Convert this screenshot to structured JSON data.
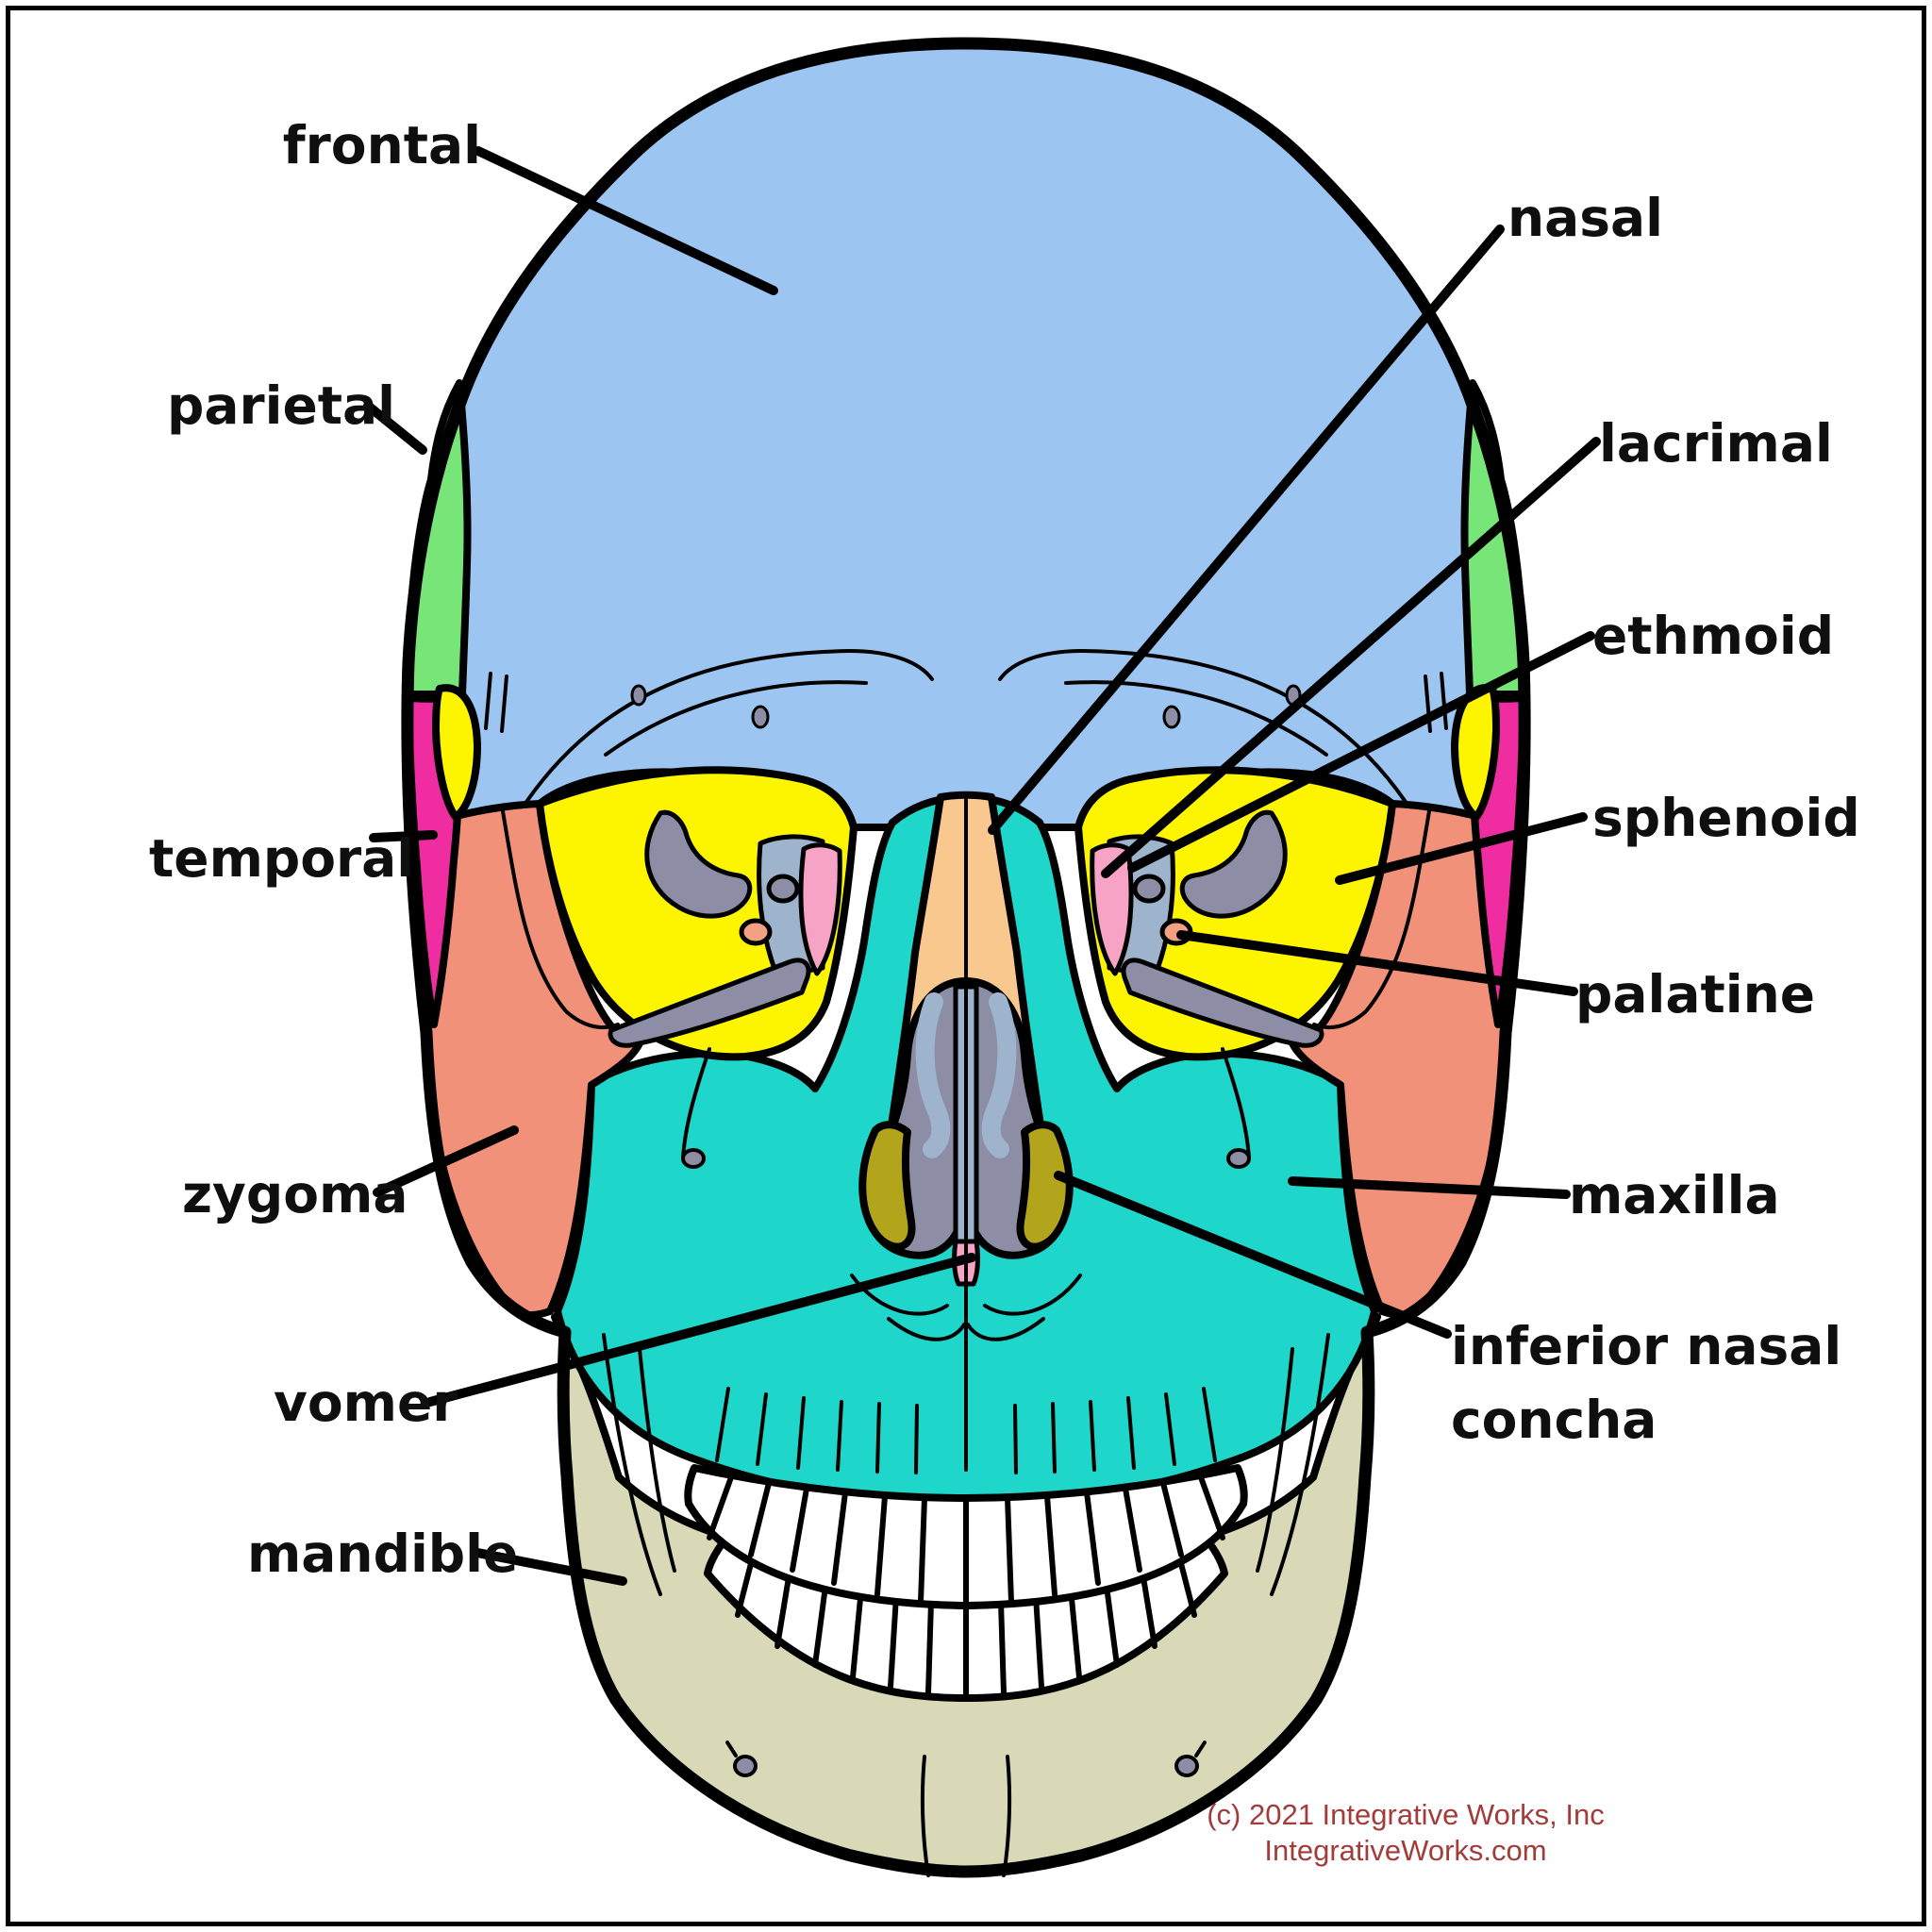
{
  "labels": {
    "frontal": "frontal",
    "parietal": "parietal",
    "temporal": "temporal",
    "zygoma": "zygoma",
    "vomer": "vomer",
    "mandible": "mandible",
    "nasal": "nasal",
    "lacrimal": "lacrimal",
    "ethmoid": "ethmoid",
    "sphenoid": "sphenoid",
    "palatine": "palatine",
    "maxilla": "maxilla",
    "inferior_nasal_line1": "inferior nasal",
    "inferior_nasal_line2": "concha"
  },
  "copyright": {
    "line1": "(c) 2021 Integrative Works, Inc",
    "line2": "IntegrativeWorks.com"
  },
  "colors": {
    "frontal": "#9cc5f1",
    "parietal": "#77e577",
    "temporal": "#f02da0",
    "sphenoid": "#fdf400",
    "zygoma": "#f2917a",
    "maxilla": "#1fd6ca",
    "nasal": "#f8c88e",
    "lacrimal": "#f7a3c5",
    "ethmoid": "#9db4cc",
    "palatine": "#f2a183",
    "vomer": "#f7a3c5",
    "inferior_nasal_concha": "#b3a51b",
    "mandible": "#d9d9b8",
    "foramen_gray": "#8d8da6",
    "teeth": "#ffffff",
    "outline": "#000000",
    "label_text": "#0f0f0f",
    "copyright_text": "#a13c3a",
    "background": "#ffffff"
  }
}
